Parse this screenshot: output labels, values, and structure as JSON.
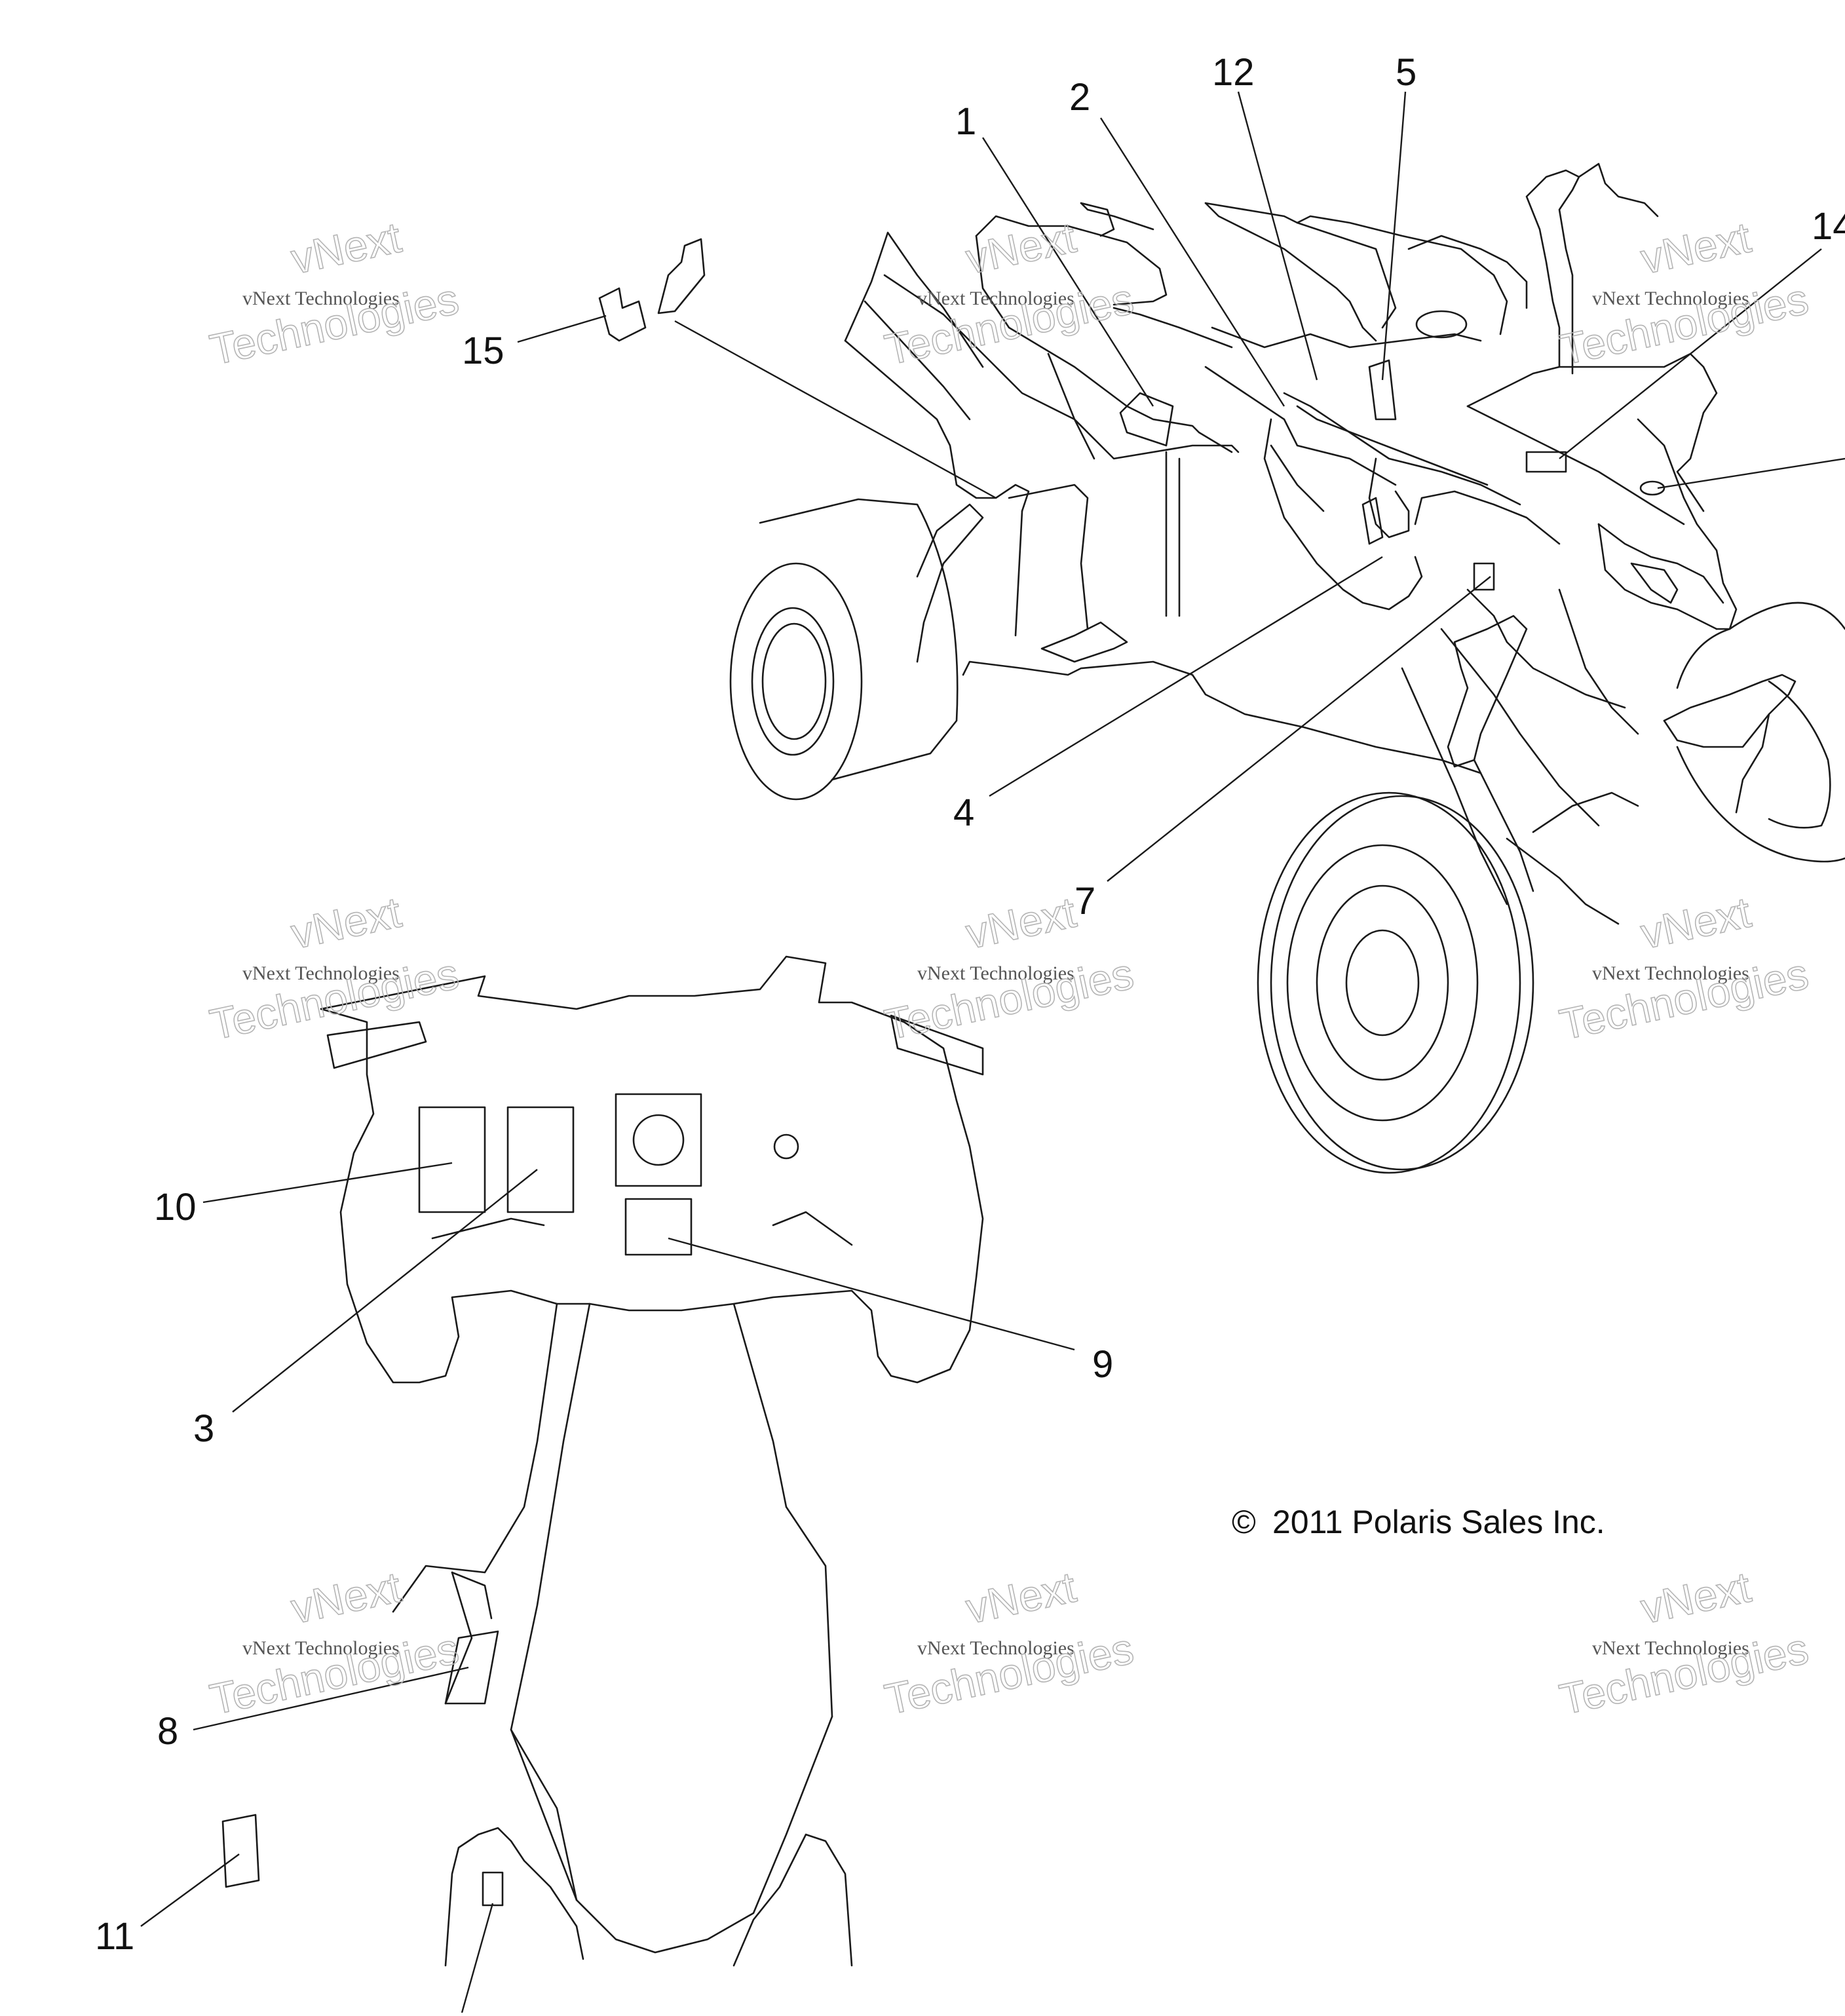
{
  "diagram": {
    "callouts": {
      "c1": "1",
      "c2": "2",
      "c3": "3",
      "c4": "4",
      "c5": "5",
      "c7": "7",
      "c8": "8",
      "c9": "9",
      "c10": "10",
      "c11": "11",
      "c12": "12",
      "c14": "14",
      "c15": "15"
    },
    "copyright": "2011 Polaris Sales Inc.",
    "copyright_symbol": "©"
  },
  "watermark": {
    "small": "vNext Technologies",
    "big": "Technologies",
    "top": "vNext"
  }
}
